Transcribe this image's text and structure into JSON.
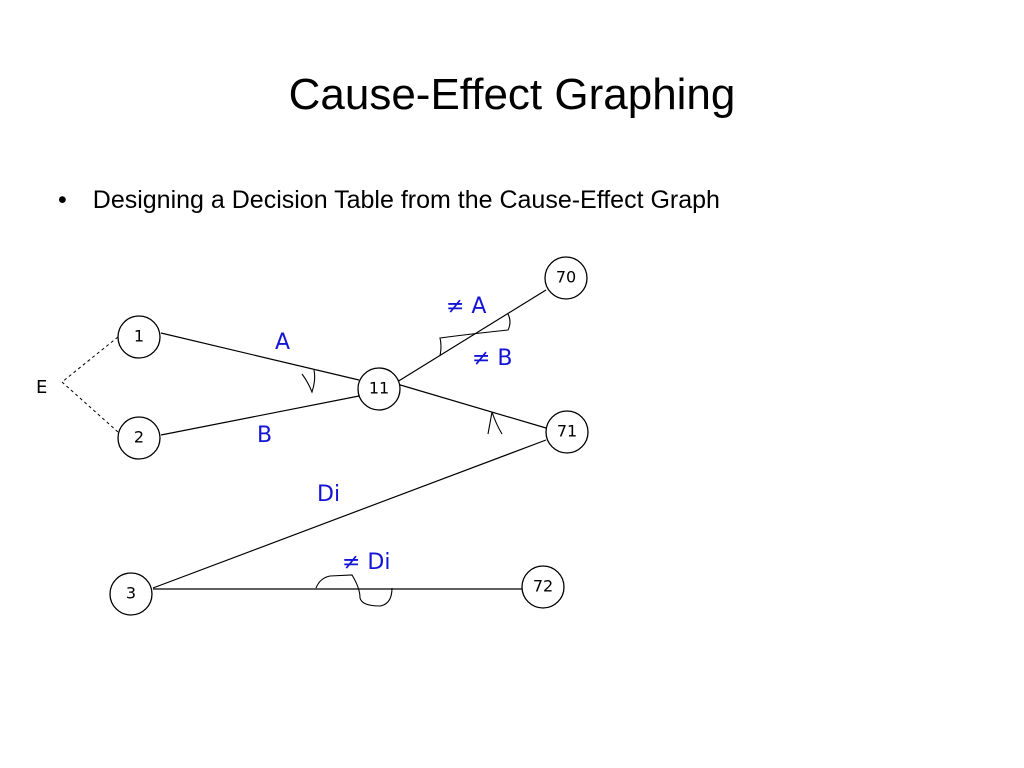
{
  "slide": {
    "title": "Cause-Effect Graphing",
    "bullet_marker": "•",
    "bullet_text": "Designing a Decision Table from the Cause-Effect Graph"
  },
  "diagram": {
    "label_color": "#1414d6",
    "nodes": {
      "n1": "1",
      "n2": "2",
      "n3": "3",
      "n11": "11",
      "n70": "70",
      "n71": "71",
      "n72": "72"
    },
    "group_label": "E",
    "edge_labels": {
      "a": "A",
      "b": "B",
      "not_a": "≠ A",
      "not_b": "≠ B",
      "di": "Di",
      "not_di": "≠ Di"
    }
  }
}
